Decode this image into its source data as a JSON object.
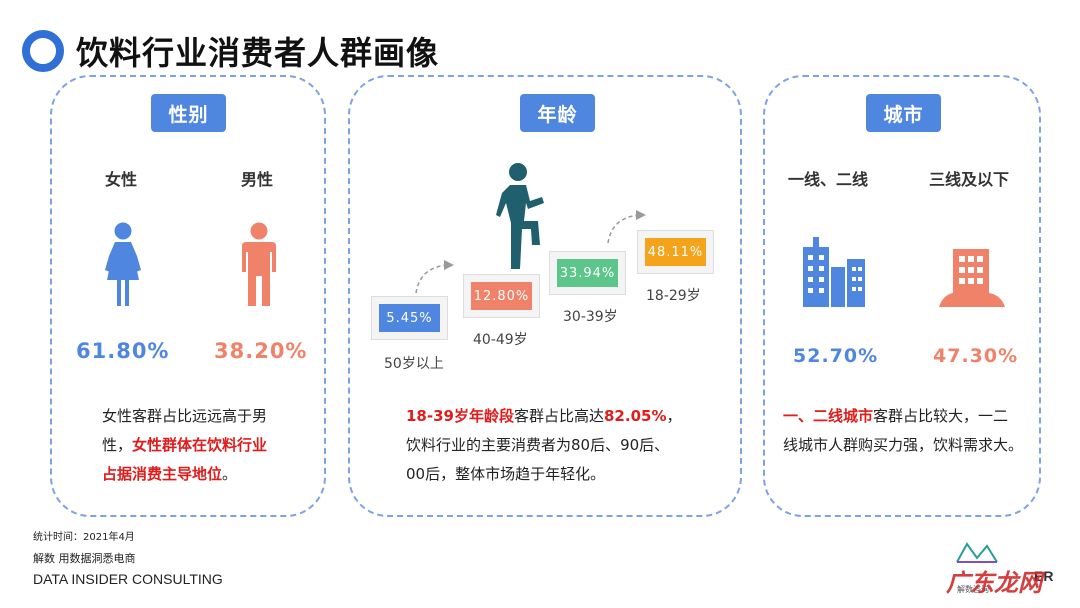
{
  "page": {
    "title": "饮料行业消费者人群画像"
  },
  "gender": {
    "tag": "性别",
    "female_label": "女性",
    "male_label": "男性",
    "female_pct": "61.80%",
    "male_pct": "38.20%",
    "desc_line1": "女性客群占比远远高于男",
    "desc_line2_a": "性，",
    "desc_line2_b": "女性群体在饮料行业",
    "desc_line3_b": "占据消费主导地位",
    "desc_line3_c": "。",
    "female_color": "#4f87e0",
    "male_color": "#f0826a"
  },
  "age": {
    "tag": "年龄",
    "groups": [
      {
        "label": "50岁以上",
        "value": "5.45%",
        "color": "#4f87e0"
      },
      {
        "label": "40-49岁",
        "value": "12.80%",
        "color": "#f0826a"
      },
      {
        "label": "30-39岁",
        "value": "33.94%",
        "color": "#5cc58a"
      },
      {
        "label": "18-29岁",
        "value": "48.11%",
        "color": "#f5a31a"
      }
    ],
    "desc_line1_a": "18-39岁年龄段",
    "desc_line1_b": "客群占比高达",
    "desc_line1_c": "82.05%",
    "desc_line1_d": "，",
    "desc_line2": "饮料行业的主要消费者为80后、90后、",
    "desc_line3": "00后，整体市场趋于年轻化。",
    "figure_color": "#1f5f6e"
  },
  "city": {
    "tag": "城市",
    "tier12_label": "一线、二线",
    "tier3_label": "三线及以下",
    "tier12_pct": "52.70%",
    "tier3_pct": "47.30%",
    "desc_line1_a": "一、二线城市",
    "desc_line1_b": "客群占比较大，一二",
    "desc_line2": "线城市人群购买力强，饮料需求大。",
    "tier12_color": "#4f87e0",
    "tier3_color": "#f0826a"
  },
  "footer": {
    "stat_time": "统计时间：2021年4月",
    "brand_cn": "解数 用数据洞悉电商",
    "brand_en": "DATA INSIDER CONSULTING",
    "logo_text_small": "解数咨询",
    "logo_text_tail": "ER",
    "watermark": "广东龙网"
  }
}
